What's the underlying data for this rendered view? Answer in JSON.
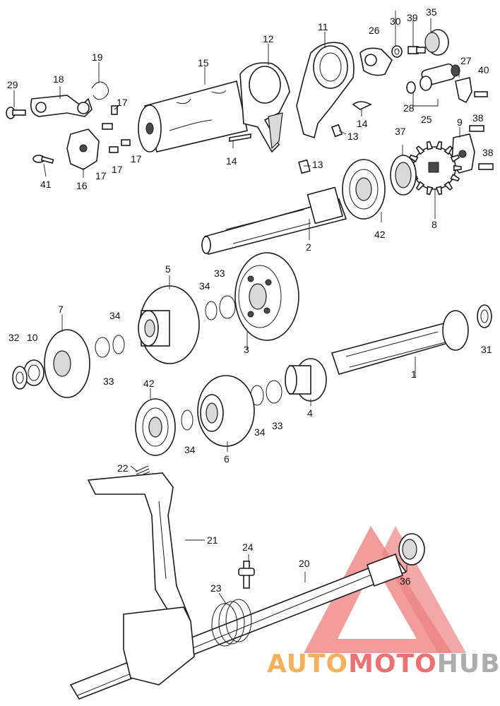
{
  "parts": [
    {
      "id": "1",
      "label": "1"
    },
    {
      "id": "2",
      "label": "2"
    },
    {
      "id": "3",
      "label": "3"
    },
    {
      "id": "4",
      "label": "4"
    },
    {
      "id": "5",
      "label": "5"
    },
    {
      "id": "6",
      "label": "6"
    },
    {
      "id": "7",
      "label": "7"
    },
    {
      "id": "8",
      "label": "8"
    },
    {
      "id": "9",
      "label": "9"
    },
    {
      "id": "10",
      "label": "10"
    },
    {
      "id": "11",
      "label": "11"
    },
    {
      "id": "12",
      "label": "12"
    },
    {
      "id": "13a",
      "label": "13"
    },
    {
      "id": "13b",
      "label": "13"
    },
    {
      "id": "14a",
      "label": "14"
    },
    {
      "id": "14b",
      "label": "14"
    },
    {
      "id": "15",
      "label": "15"
    },
    {
      "id": "16",
      "label": "16"
    },
    {
      "id": "17a",
      "label": "17"
    },
    {
      "id": "17b",
      "label": "17"
    },
    {
      "id": "17c",
      "label": "17"
    },
    {
      "id": "17d",
      "label": "17"
    },
    {
      "id": "18",
      "label": "18"
    },
    {
      "id": "19",
      "label": "19"
    },
    {
      "id": "20",
      "label": "20"
    },
    {
      "id": "21",
      "label": "21"
    },
    {
      "id": "22",
      "label": "22"
    },
    {
      "id": "23",
      "label": "23"
    },
    {
      "id": "24",
      "label": "24"
    },
    {
      "id": "25",
      "label": "25"
    },
    {
      "id": "26",
      "label": "26"
    },
    {
      "id": "27",
      "label": "27"
    },
    {
      "id": "28",
      "label": "28"
    },
    {
      "id": "29",
      "label": "29"
    },
    {
      "id": "30",
      "label": "30"
    },
    {
      "id": "31",
      "label": "31"
    },
    {
      "id": "32",
      "label": "32"
    },
    {
      "id": "33a",
      "label": "33"
    },
    {
      "id": "33b",
      "label": "33"
    },
    {
      "id": "33c",
      "label": "33"
    },
    {
      "id": "34a",
      "label": "34"
    },
    {
      "id": "34b",
      "label": "34"
    },
    {
      "id": "34c",
      "label": "34"
    },
    {
      "id": "34d",
      "label": "34"
    },
    {
      "id": "35",
      "label": "35"
    },
    {
      "id": "36",
      "label": "36"
    },
    {
      "id": "37",
      "label": "37"
    },
    {
      "id": "38a",
      "label": "38"
    },
    {
      "id": "38b",
      "label": "38"
    },
    {
      "id": "39",
      "label": "39"
    },
    {
      "id": "40",
      "label": "40"
    },
    {
      "id": "41",
      "label": "41"
    },
    {
      "id": "42a",
      "label": "42"
    },
    {
      "id": "42b",
      "label": "42"
    }
  ],
  "watermark": {
    "word_1": "AUTO",
    "word_2": "MOTO",
    "word_3": "HUB",
    "color_primary": "#f4a340",
    "color_secondary": "#9e9e9e",
    "color_triangle": "#e85a5a"
  }
}
